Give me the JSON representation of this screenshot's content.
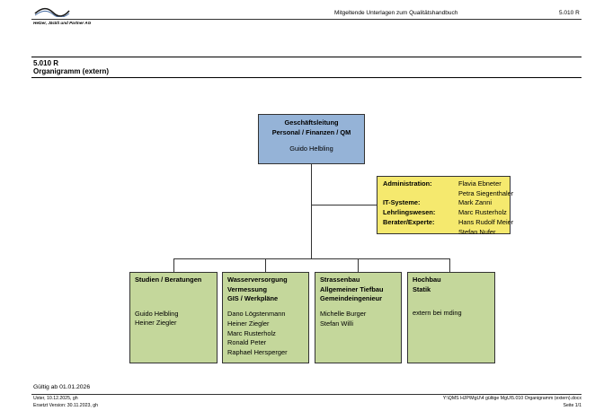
{
  "header": {
    "logo_company": "Hetzer, Jäckli und Partner AG",
    "document_title": "Mitgeltende Unterlagen zum Qualitätshandbuch",
    "document_number": "5.010 R"
  },
  "section": {
    "number": "5.010 R",
    "title": "Organigramm (extern)"
  },
  "org": {
    "top": {
      "title_line1": "Geschäftsleitung",
      "title_line2": "Personal / Finanzen / QM",
      "name": "Guido Helbling"
    },
    "staff": [
      {
        "role": "Administration:",
        "names": [
          "Flavia Ebneter",
          "Petra Siegenthaler"
        ]
      },
      {
        "role": "IT-Systeme:",
        "names": [
          "Mark Zanni"
        ]
      },
      {
        "role": "Lehrlingswesen:",
        "names": [
          "Marc Rusterholz"
        ]
      },
      {
        "role": "Berater/Experte:",
        "names": [
          "Hans Rudolf Meier",
          "Stefan Nufer"
        ]
      }
    ],
    "departments": [
      {
        "title": [
          "Studien / Beratungen"
        ],
        "names": [
          "Guido Helbling",
          "Heiner Ziegler"
        ]
      },
      {
        "title": [
          "Wasserversorgung",
          "Vermessung",
          "GIS / Werkpläne"
        ],
        "names": [
          "Dano Lögstenmann",
          "Heiner Ziegler",
          "Marc Rusterholz",
          "Ronald Peter",
          "Raphael Hersperger"
        ]
      },
      {
        "title": [
          "Strassenbau",
          "Allgemeiner Tiefbau",
          "Gemeindeingenieur"
        ],
        "names": [
          "Michelle Burger",
          "Stefan Willi"
        ]
      },
      {
        "title": [
          "Hochbau",
          "Statik"
        ],
        "names": [
          "extern bei mding"
        ]
      }
    ]
  },
  "footer": {
    "valid_from": "Gültig ab 01.01.2026",
    "author_line": "Uster, 10.12.2025, gh",
    "replaces_line": "Ersetzt Version: 30.11.2023, gh",
    "file_path": "Y:\\QMS HJP\\MgU\\4 gültige MgU\\5.010 Organigramm (extern).docx",
    "page": "Seite 1/1"
  },
  "colors": {
    "top_box": "#95b3d7",
    "staff_box": "#f5e96e",
    "department_box": "#c4d79b"
  }
}
